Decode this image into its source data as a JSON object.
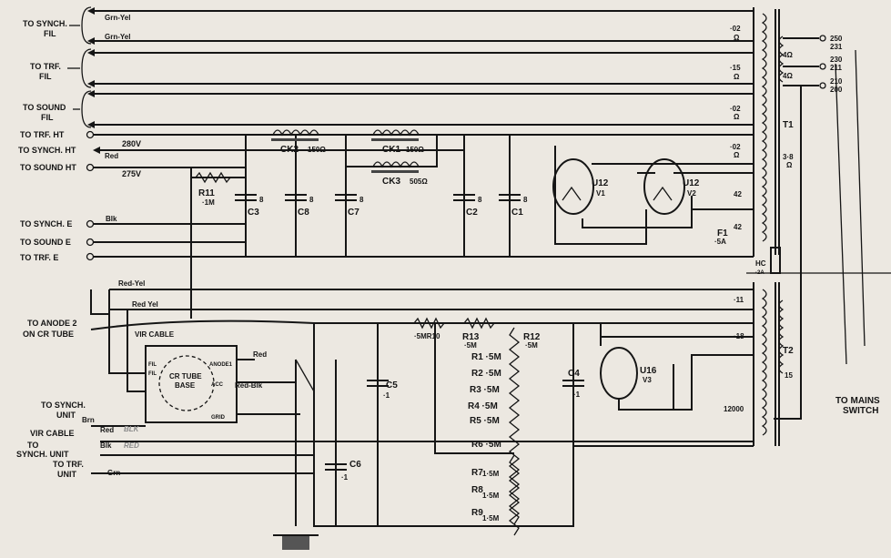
{
  "left_labels": {
    "synch_fil_1": "TO SYNCH.",
    "synch_fil_2": "FIL",
    "trf_fil_1": "TO TRF.",
    "trf_fil_2": "FIL",
    "sound_fil_1": "TO SOUND",
    "sound_fil_2": "FIL",
    "trf_ht": "TO TRF. HT",
    "synch_ht": "TO SYNCH. HT",
    "sound_ht": "TO SOUND HT",
    "synch_e": "TO SYNCH. E",
    "sound_e": "TO SOUND E",
    "trf_e": "TO TRF. E",
    "anode2_1": "TO ANODE 2",
    "anode2_2": "ON CR TUBE",
    "synch_unit_1": "TO SYNCH.",
    "synch_unit_2": "UNIT",
    "vir_cable": "VIR CABLE",
    "to_synch_unit_1": "TO",
    "to_synch_unit_2": "SYNCH. UNIT",
    "trf_unit_1": "TO TRF.",
    "trf_unit_2": "UNIT"
  },
  "wire_labels": {
    "grn_yel_1": "Grn-Yel",
    "grn_yel_2": "Grn-Yel",
    "v280": "280V",
    "red1": "Red",
    "v275": "275V",
    "blk1": "Blk",
    "red_yel_1": "Red-Yel",
    "red_yel_2": "Red Yel",
    "vir_cable2": "VIR CABLE",
    "red2": "Red",
    "red_blk": "Red-Blk",
    "brn": "Brn",
    "red3": "Red",
    "blk2": "Blk",
    "grn": "Grn",
    "hand_blk": "BLK",
    "hand_red": "RED"
  },
  "components": {
    "ck2": "CK2",
    "ck2_val": "150Ω",
    "ck1": "CK1",
    "ck1_val": "150Ω",
    "ck3": "CK3",
    "ck3_val": "505Ω",
    "r11": "R11",
    "r11_val": "·1M",
    "c3": "C3",
    "c8": "C8",
    "c7": "C7",
    "c2": "C2",
    "c1": "C1",
    "cap8_a": "8",
    "cap8_b": "8",
    "cap8_c": "8",
    "cap8_d": "8",
    "cap8_e": "8",
    "u12a": "U12",
    "v1": "V1",
    "u12b": "U12",
    "v2": "V2",
    "f1": "F1",
    "f1_val": "·5A",
    "hc": "HC",
    "hc_val": "·2A",
    "t1": "T1",
    "t2": "T2",
    "u16": "U16",
    "v3": "V3",
    "c4": "C4",
    "c4_val": "·1",
    "c5": "C5",
    "c5_val": "·1",
    "c6": "C6",
    "c6_val": "·1",
    "r10": "·5MR10",
    "r13": "R13",
    "r13_val": "·5M",
    "r12": "R12",
    "r12_val": "·5M",
    "r1": "R1 ·5M",
    "r2": "R2 ·5M",
    "r3": "R3 ·5M",
    "r4": "R4 ·5M",
    "r5": "R5 ·5M",
    "r6": "R6 ·5M",
    "r7": "R7",
    "r7_val": "1·5M",
    "r8": "R8",
    "r8_val": "1·5M",
    "r9": "R9",
    "r9_val": "1·5M",
    "crt_1": "CR TUBE",
    "crt_2": "BASE",
    "fil_a": "FIL",
    "fil_b": "FIL",
    "anode1": "ANODE1",
    "acc": "ACC",
    "grid": "GRID"
  },
  "transformer": {
    "r02a": "·02",
    "r15": "·15",
    "r02b": "·02",
    "r02c": "·02",
    "r38": "3·8",
    "r42a": "42",
    "r42b": "42",
    "r11": "·11",
    "r18": "·18",
    "r15b": "15",
    "r12000": "12000",
    "ohm": "Ω",
    "tap4a": "4Ω",
    "tap4b": "4Ω",
    "mains_250": "250",
    "mains_231": "231",
    "mains_230": "230",
    "mains_211": "211",
    "mains_210": "210",
    "mains_200": "200",
    "mains_1": "TO MAINS",
    "mains_2": "SWITCH"
  }
}
